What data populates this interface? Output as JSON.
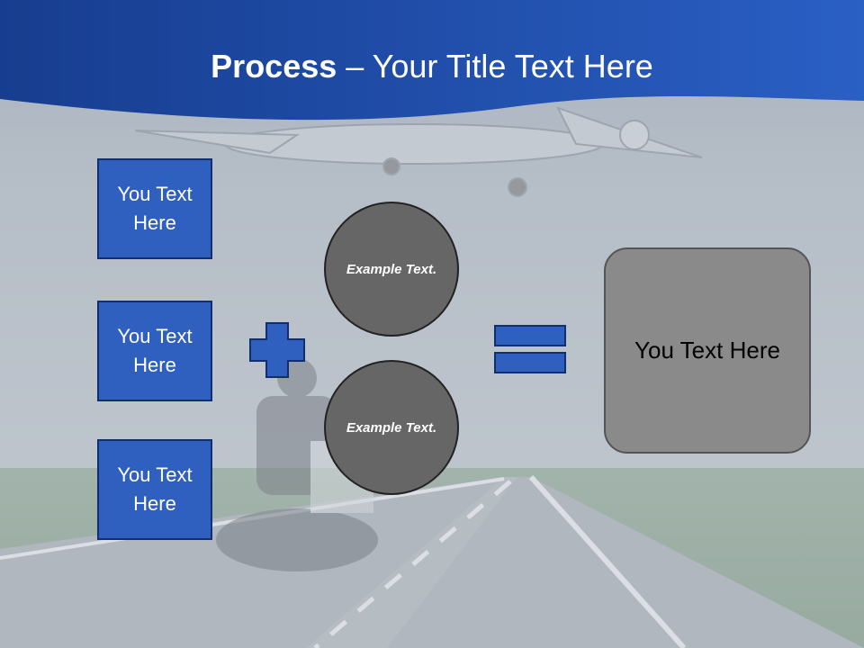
{
  "slide": {
    "title_strong": "Process",
    "title_rest": " – Your Title Text Here",
    "boxes": [
      "You Text Here",
      "You Text Here",
      "You Text Here"
    ],
    "circles": [
      "Example Text.",
      "Example Text."
    ],
    "result": "You Text Here"
  },
  "colors": {
    "header_blue": "#1f4aa6",
    "box_blue": "#2f5fbf",
    "circle_gray": "#666666",
    "result_gray": "#8a8a8a"
  },
  "icons": {
    "operator_plus": "plus-icon",
    "operator_equals": "equals-icon"
  }
}
